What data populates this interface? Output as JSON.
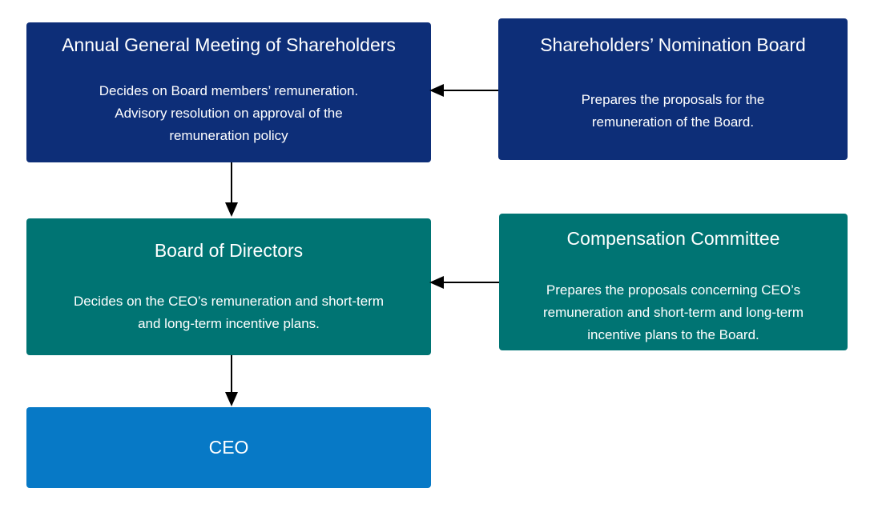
{
  "diagram": {
    "colors": {
      "navy": "#0D2E78",
      "teal": "#007473",
      "blue": "#0779C6",
      "arrow": "#000000",
      "box_text": "#FFFFFF",
      "background": "#FFFFFF"
    },
    "boxes": [
      {
        "id": "agm",
        "title": "Annual General Meeting of Shareholders",
        "lines": [
          "Decides on Board members’ remuneration.",
          "Advisory resolution on approval of the",
          "remuneration policy"
        ]
      },
      {
        "id": "snb",
        "title": "Shareholders’ Nomination Board",
        "lines": [
          "Prepares the proposals for the",
          "remuneration of the Board."
        ]
      },
      {
        "id": "bod",
        "title": "Board of Directors",
        "lines": [
          "Decides on the CEO’s remuneration and short-term",
          "and long-term incentive plans."
        ]
      },
      {
        "id": "cc",
        "title": "Compensation Committee",
        "lines": [
          "Prepares the proposals concerning CEO’s",
          "remuneration and short-term and long-term",
          "incentive plans to the Board."
        ]
      },
      {
        "id": "ceo",
        "title": "CEO",
        "lines": []
      }
    ],
    "arrows": [
      {
        "from": "Shareholders’ Nomination Board",
        "to": "Annual General Meeting of Shareholders",
        "direction": "left"
      },
      {
        "from": "Annual General Meeting of Shareholders",
        "to": "Board of Directors",
        "direction": "down"
      },
      {
        "from": "Compensation Committee",
        "to": "Board of Directors",
        "direction": "left"
      },
      {
        "from": "Board of Directors",
        "to": "CEO",
        "direction": "down"
      }
    ]
  }
}
